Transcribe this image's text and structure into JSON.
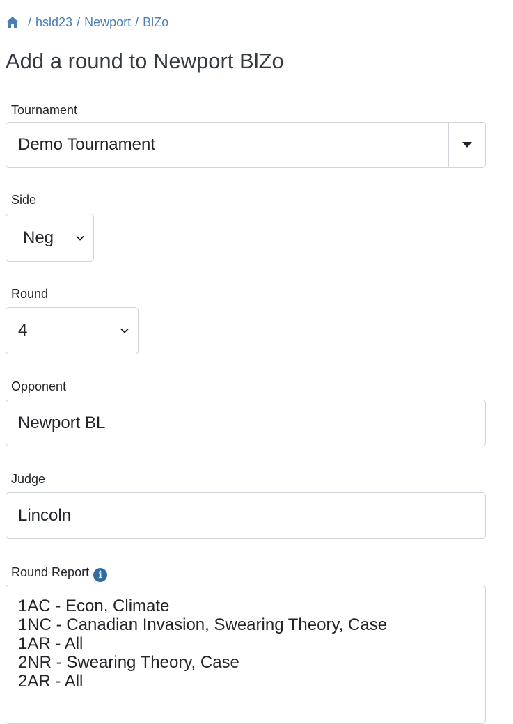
{
  "breadcrumb": {
    "items": [
      "hsld23",
      "Newport",
      "BlZo"
    ],
    "separator": "/"
  },
  "page_title": "Add a round to Newport BlZo",
  "form": {
    "tournament": {
      "label": "Tournament",
      "value": "Demo Tournament"
    },
    "side": {
      "label": "Side",
      "value": "Neg"
    },
    "round": {
      "label": "Round",
      "value": "4"
    },
    "opponent": {
      "label": "Opponent",
      "value": "Newport BL"
    },
    "judge": {
      "label": "Judge",
      "value": "Lincoln"
    },
    "round_report": {
      "label": "Round Report",
      "info_icon": "info-circle-icon",
      "lines": [
        "1AC - Econ, Climate",
        "1NC - Canadian Invasion, Swearing Theory, Case",
        "1AR - All",
        "2NR - Swearing Theory, Case",
        "2AR - All"
      ]
    }
  },
  "colors": {
    "link": "#4a7fb5",
    "info_icon": "#2e6da4",
    "border": "#cfd4da"
  }
}
